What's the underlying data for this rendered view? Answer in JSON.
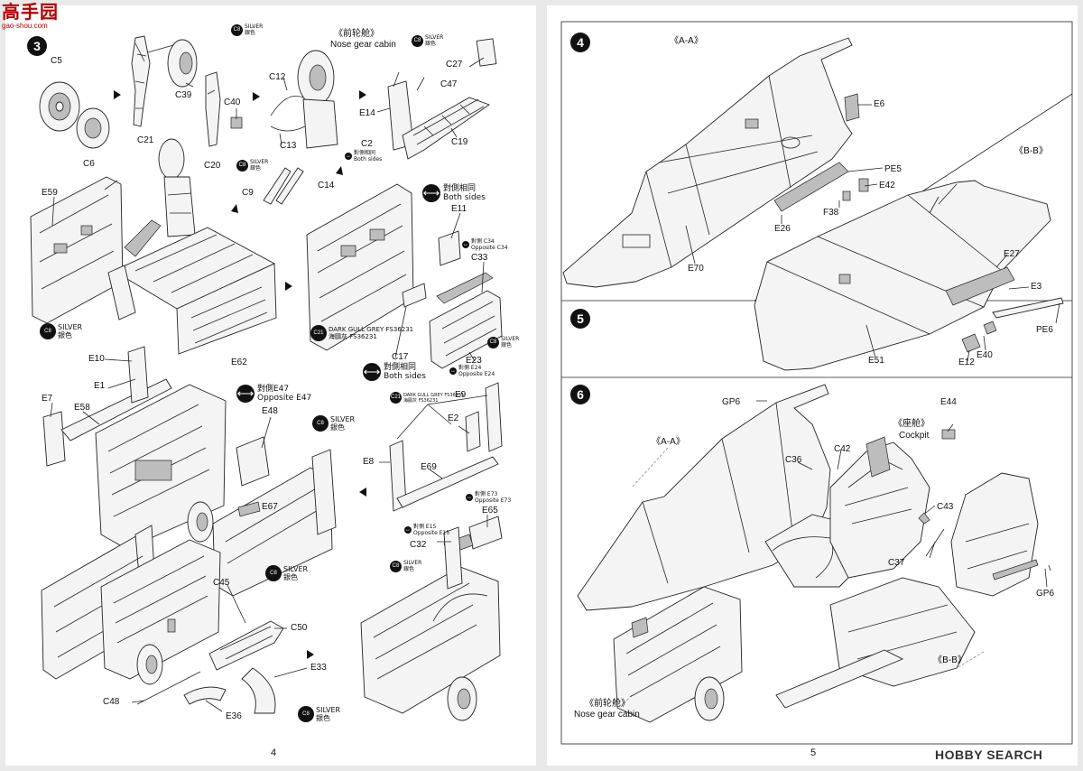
{
  "logo": {
    "text": "高手园",
    "url_text": "gao-shou.com"
  },
  "watermark": "HOBBY SEARCH",
  "left_page": {
    "page_number": "4",
    "step": "3",
    "nose_gear_cabin_cn": "《前轮舱》",
    "nose_gear_cabin_en": "Nose gear cabin",
    "silver_code": "C8",
    "silver_en": "SILVER",
    "silver_cn": "銀色",
    "dark_gull_code": "C21",
    "dark_gull_en": "DARK GULL GREY FS36231",
    "dark_gull_cn": "海鷗灰 FS36231",
    "dark_gull_small": "DARK GULL GREY FS36231",
    "both_sides_cn": "對側相同",
    "both_sides_en": "Both sides",
    "opposite_e47_cn": "對側E47",
    "opposite_e47_en": "Opposite E47",
    "opp_c34_cn": "對側 C34",
    "opp_c34_en": "Opposite C34",
    "opp_e24_cn": "對側 E24",
    "opp_e24_en": "Opposite E24",
    "opp_e73_cn": "對側 E73",
    "opp_e73_en": "Opposite E73",
    "opp_e15_cn": "對側 E15",
    "opp_e15_en": "Opposite E15",
    "parts": {
      "C5": "C5",
      "C6": "C6",
      "C21": "C21",
      "C39": "C39",
      "C40": "C40",
      "C20": "C20",
      "C12": "C12",
      "C13": "C13",
      "C2": "C2",
      "C9": "C9",
      "C14": "C14",
      "C27": "C27",
      "C47": "C47",
      "E14": "E14",
      "C19": "C19",
      "E59": "E59",
      "E62": "E62",
      "E11": "E11",
      "C33": "C33",
      "C17": "C17",
      "E23": "E23",
      "E10": "E10",
      "E1": "E1",
      "E7": "E7",
      "E58": "E58",
      "E48": "E48",
      "E67": "E67",
      "E9": "E9",
      "E2": "E2",
      "E8": "E8",
      "E69": "E69",
      "E65": "E65",
      "C32": "C32",
      "C45": "C45",
      "C50": "C50",
      "E33": "E33",
      "C48": "C48",
      "E36": "E36"
    }
  },
  "right_page": {
    "page_number": "5",
    "step4": "4",
    "step5": "5",
    "step6": "6",
    "aa": "《A-A》",
    "bb": "《B-B》",
    "cockpit_cn": "《座舱》",
    "cockpit_en": "Cockpit",
    "nose_gear_cabin_cn": "《前轮舱》",
    "nose_gear_cabin_en": "Nose gear cabin",
    "parts": {
      "E6": "E6",
      "PE5": "PE5",
      "E42": "E42",
      "F38": "F38",
      "E26": "E26",
      "E70": "E70",
      "E27": "E27",
      "E3": "E3",
      "PE6": "PE6",
      "E40": "E40",
      "E12": "E12",
      "E51": "E51",
      "GP6": "GP6",
      "E44": "E44",
      "C36": "C36",
      "C42": "C42",
      "C43": "C43",
      "C37": "C37"
    }
  }
}
